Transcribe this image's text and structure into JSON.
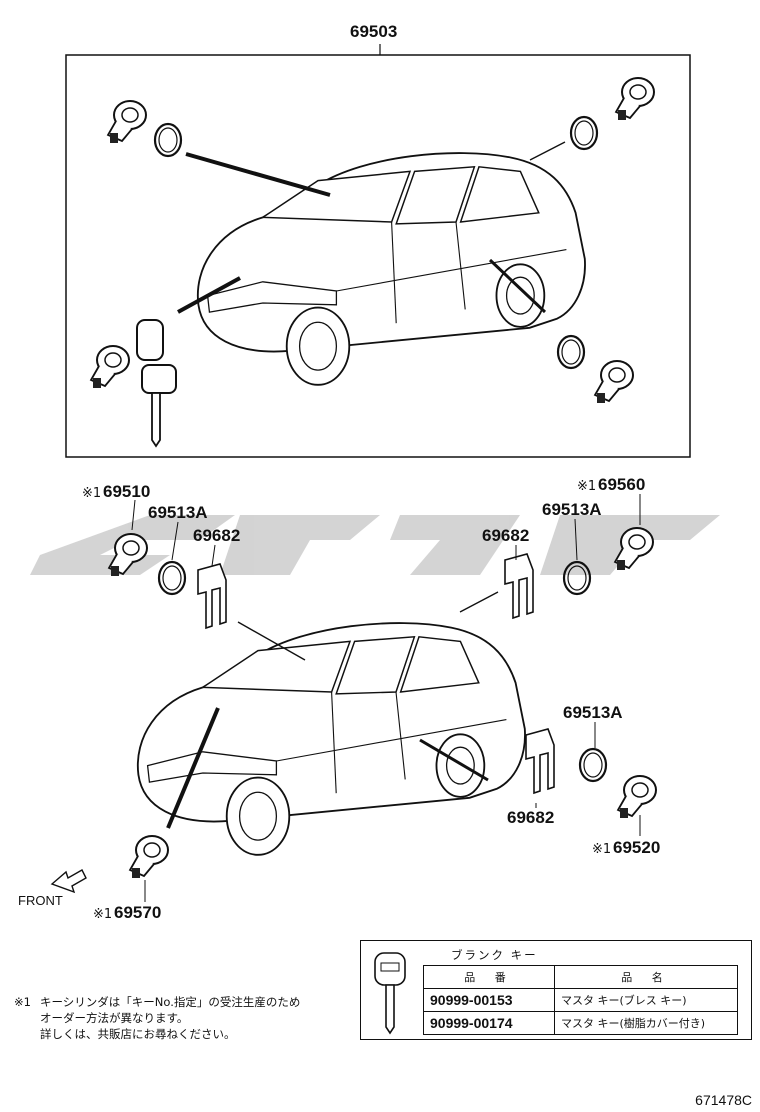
{
  "assembly_label": "69503",
  "parts": {
    "p69510": {
      "label": "69510",
      "mark": "※1"
    },
    "p69513a_left": {
      "label": "69513A"
    },
    "p69682_left": {
      "label": "69682"
    },
    "p69682_right": {
      "label": "69682"
    },
    "p69513a_right": {
      "label": "69513A"
    },
    "p69560": {
      "label": "69560",
      "mark": "※1"
    },
    "p69513a_rear": {
      "label": "69513A"
    },
    "p69682_rear": {
      "label": "69682"
    },
    "p69520": {
      "label": "69520",
      "mark": "※1"
    },
    "p69570": {
      "label": "69570",
      "mark": "※1"
    }
  },
  "front_label": "FRONT",
  "watermark_color": "#cfcfcf",
  "note": {
    "mark": "※1",
    "line1": "キーシリンダは「キーNo.指定」の受注生産のため",
    "line2": "オーダー方法が異なります。",
    "line3": "詳しくは、共販店にお尋ねください。"
  },
  "blank_key": {
    "title": "ブランク キー",
    "header_part_no": "品 番",
    "header_name": "品 名",
    "rows": [
      {
        "part_no": "90999-00153",
        "name": "マスタ キー(ブレス キー)"
      },
      {
        "part_no": "90999-00174",
        "name": "マスタ キー(樹脂カバー付き)"
      }
    ]
  },
  "drawing_code": "671478C"
}
